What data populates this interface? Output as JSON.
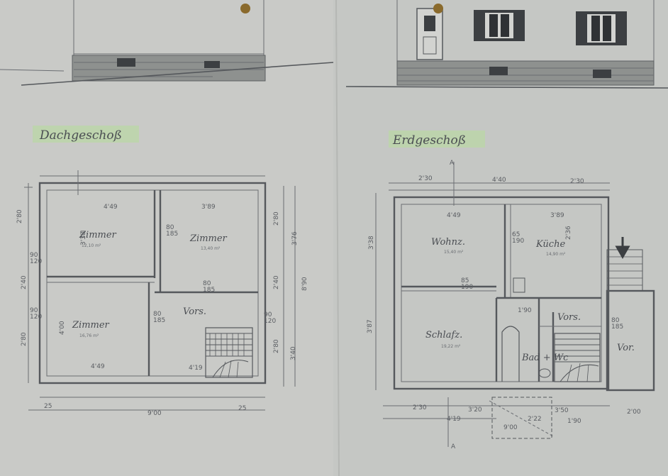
{
  "titles": {
    "upper_floor": "Dachgeschoß",
    "ground_floor": "Erdgeschoß"
  },
  "colors": {
    "paper": "#c9cac7",
    "ink": "#55585c",
    "highlight": "#b9d7a6"
  },
  "upper": {
    "rooms": [
      {
        "name": "Zimmer",
        "area": "12,10 m²"
      },
      {
        "name": "Zimmer",
        "area": "13,40 m²"
      },
      {
        "name": "Zimmer",
        "area": "16,76 m²"
      },
      {
        "name": "Vors.",
        "area": ""
      }
    ],
    "dims": {
      "total_width": "9'00",
      "left_25": "25",
      "right_25": "25",
      "top_a": "4'49",
      "top_b": "3'89",
      "bottom_a": "4'49",
      "bottom_b": "4'19",
      "left_a": "2'80",
      "left_b": "2'40",
      "left_c": "2'80",
      "right_a": "2'80",
      "right_b": "2'40",
      "right_c": "2'80",
      "inner_1": "3'38",
      "inner_2": "4'00",
      "door_1": "80\n185",
      "door_2": "80\n185",
      "door_3": "80\n185",
      "win_1": "90\n120",
      "win_2": "90\n120",
      "win_3": "90\n120",
      "total_h": "8'90",
      "sub_h": "3'76",
      "sub_h2": "3'40"
    }
  },
  "ground": {
    "rooms": [
      {
        "name": "Wohnz.",
        "area": "15,40 m²"
      },
      {
        "name": "Küche",
        "area": "14,90 m²"
      },
      {
        "name": "Schlafz.",
        "area": "19,22 m²"
      },
      {
        "name": "Vors.",
        "area": ""
      },
      {
        "name": "Bad + Wc",
        "area": ""
      },
      {
        "name": "Vor.",
        "area": ""
      }
    ],
    "dims": {
      "top_a": "2'30",
      "top_b": "4'40",
      "top_c": "2'30",
      "inner_a": "4'49",
      "inner_b": "3'89",
      "left_a": "3'38",
      "left_b": "3'87",
      "bottom_a": "2'30",
      "bottom_b": "3'20",
      "bottom_c": "3'50",
      "bottom_d": "2'00",
      "bottom_e": "4'19",
      "bottom_f": "9'00",
      "bottom_g": "2'22",
      "bottom_h": "1'90",
      "kitchen_h": "2'36",
      "door_1": "65\n190",
      "door_2": "85\n190",
      "door_3": "80\n185",
      "vors_w": "1'90",
      "section": "A"
    }
  }
}
